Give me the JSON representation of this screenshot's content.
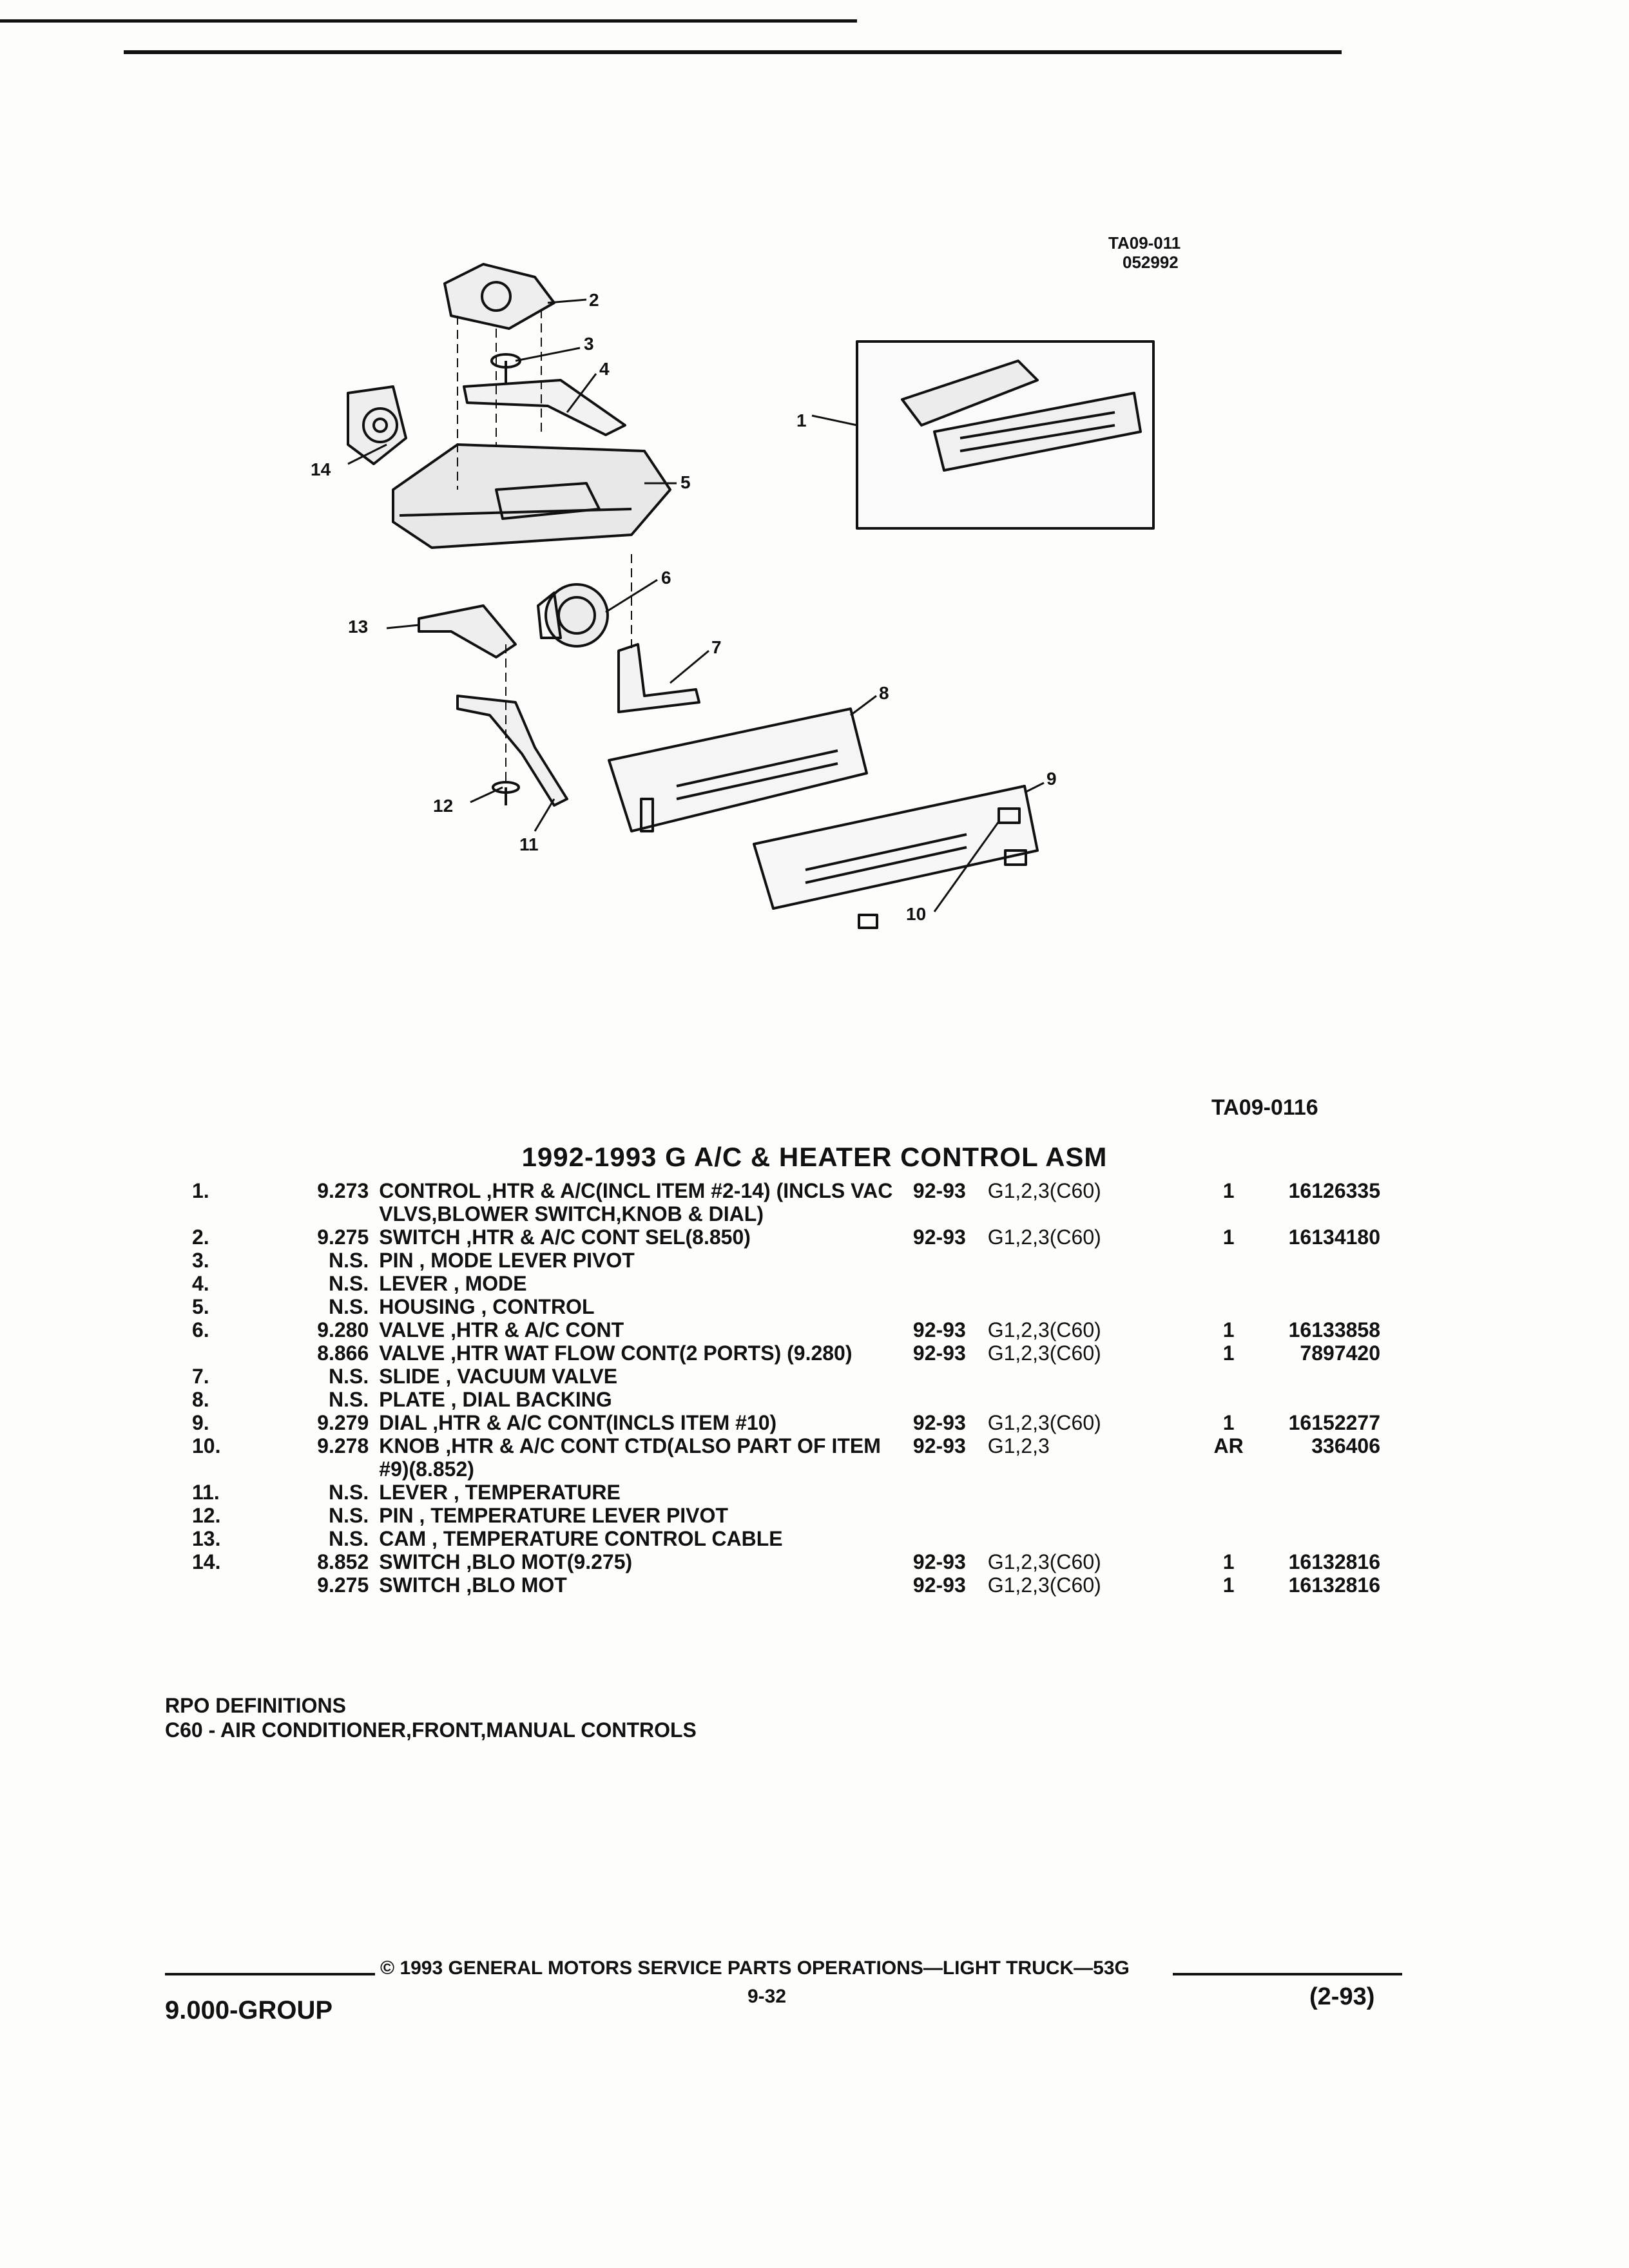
{
  "illustration_ref": [
    "TA09-011",
    "052992"
  ],
  "illustration_id": "TA09-0116",
  "callouts": [
    "1",
    "2",
    "3",
    "4",
    "5",
    "6",
    "7",
    "8",
    "9",
    "10",
    "11",
    "12",
    "13",
    "14"
  ],
  "section_title": "1992-1993 G A/C & HEATER CONTROL ASM",
  "parts": [
    {
      "no": "1.",
      "ref": "9.273",
      "desc": "CONTROL ,HTR & A/C(INCL ITEM #2-14) (INCLS VAC VLVS,BLOWER SWITCH,KNOB & DIAL)",
      "years": "92-93",
      "app": "G1,2,3(C60)",
      "qty": "1",
      "part": "16126335"
    },
    {
      "no": "2.",
      "ref": "9.275",
      "desc": "SWITCH ,HTR & A/C CONT SEL(8.850)",
      "years": "92-93",
      "app": "G1,2,3(C60)",
      "qty": "1",
      "part": "16134180"
    },
    {
      "no": "3.",
      "ref": "N.S.",
      "desc": "PIN , MODE LEVER PIVOT",
      "years": "",
      "app": "",
      "qty": "",
      "part": ""
    },
    {
      "no": "4.",
      "ref": "N.S.",
      "desc": "LEVER , MODE",
      "years": "",
      "app": "",
      "qty": "",
      "part": ""
    },
    {
      "no": "5.",
      "ref": "N.S.",
      "desc": "HOUSING , CONTROL",
      "years": "",
      "app": "",
      "qty": "",
      "part": ""
    },
    {
      "no": "6.",
      "ref": "9.280",
      "desc": "VALVE ,HTR & A/C CONT",
      "years": "92-93",
      "app": "G1,2,3(C60)",
      "qty": "1",
      "part": "16133858"
    },
    {
      "no": "",
      "ref": "8.866",
      "desc": "VALVE ,HTR WAT FLOW CONT(2 PORTS) (9.280)",
      "years": "92-93",
      "app": "G1,2,3(C60)",
      "qty": "1",
      "part": "7897420"
    },
    {
      "no": "7.",
      "ref": "N.S.",
      "desc": "SLIDE , VACUUM VALVE",
      "years": "",
      "app": "",
      "qty": "",
      "part": ""
    },
    {
      "no": "8.",
      "ref": "N.S.",
      "desc": "PLATE , DIAL BACKING",
      "years": "",
      "app": "",
      "qty": "",
      "part": ""
    },
    {
      "no": "9.",
      "ref": "9.279",
      "desc": "DIAL ,HTR & A/C CONT(INCLS ITEM #10)",
      "years": "92-93",
      "app": "G1,2,3(C60)",
      "qty": "1",
      "part": "16152277"
    },
    {
      "no": "10.",
      "ref": "9.278",
      "desc": "KNOB ,HTR & A/C CONT CTD(ALSO PART OF ITEM #9)(8.852)",
      "years": "92-93",
      "app": "G1,2,3",
      "qty": "AR",
      "part": "336406"
    },
    {
      "no": "11.",
      "ref": "N.S.",
      "desc": "LEVER , TEMPERATURE",
      "years": "",
      "app": "",
      "qty": "",
      "part": ""
    },
    {
      "no": "12.",
      "ref": "N.S.",
      "desc": "PIN , TEMPERATURE LEVER PIVOT",
      "years": "",
      "app": "",
      "qty": "",
      "part": ""
    },
    {
      "no": "13.",
      "ref": "N.S.",
      "desc": "CAM , TEMPERATURE CONTROL CABLE",
      "years": "",
      "app": "",
      "qty": "",
      "part": ""
    },
    {
      "no": "14.",
      "ref": "8.852",
      "desc": "SWITCH ,BLO MOT(9.275)",
      "years": "92-93",
      "app": "G1,2,3(C60)",
      "qty": "1",
      "part": "16132816"
    },
    {
      "no": "",
      "ref": "9.275",
      "desc": "SWITCH ,BLO MOT",
      "years": "92-93",
      "app": "G1,2,3(C60)",
      "qty": "1",
      "part": "16132816"
    }
  ],
  "rpo": {
    "heading": "RPO DEFINITIONS",
    "line": "C60 - AIR CONDITIONER,FRONT,MANUAL CONTROLS"
  },
  "footer": {
    "copyright": "© 1993 GENERAL MOTORS SERVICE PARTS OPERATIONS—LIGHT TRUCK—53G",
    "page": "9-32",
    "group": "9.000-GROUP",
    "revision": "(2-93)"
  }
}
